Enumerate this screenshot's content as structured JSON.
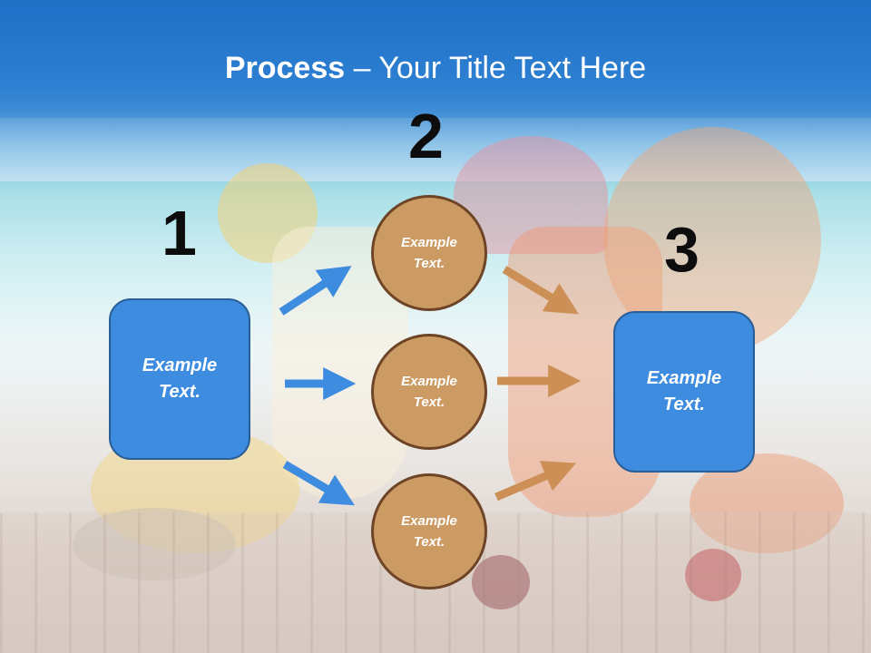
{
  "slide": {
    "title_bold": "Process",
    "title_rest": " – Your Title Text Here"
  },
  "steps": [
    {
      "number": "1",
      "text": "Example\nText."
    },
    {
      "number": "2",
      "items": [
        {
          "text": "Example\nText."
        },
        {
          "text": "Example\nText."
        },
        {
          "text": "Example\nText."
        }
      ]
    },
    {
      "number": "3",
      "text": "Example\nText."
    }
  ],
  "colors": {
    "title_bar": "#2c7fd1",
    "box_fill": "#3d8ce0",
    "circle_fill": "#cc9a63",
    "circle_border": "#6e4427",
    "arrow_in": "#3d8ce0",
    "arrow_out": "#cc8f55"
  }
}
